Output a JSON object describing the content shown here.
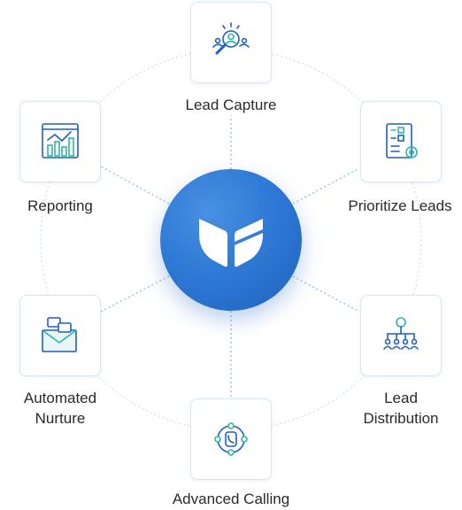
{
  "diagram": {
    "center": {
      "icon": "leaf-logo-icon",
      "color": "#2f7ad6"
    },
    "nodes": [
      {
        "key": "lead_capture",
        "label": "Lead Capture",
        "icon": "search-user-icon"
      },
      {
        "key": "prioritize_leads",
        "label": "Prioritize Leads",
        "icon": "checklist-gear-icon"
      },
      {
        "key": "lead_distribution",
        "label_line1": "Lead",
        "label_line2": "Distribution",
        "icon": "team-hierarchy-icon"
      },
      {
        "key": "advanced_calling",
        "label": "Advanced Calling",
        "icon": "phone-network-icon"
      },
      {
        "key": "automated_nurture",
        "label_line1": "Automated",
        "label_line2": "Nurture",
        "icon": "email-chat-icon"
      },
      {
        "key": "reporting",
        "label": "Reporting",
        "icon": "chart-report-icon"
      }
    ],
    "colors": {
      "icon_blue": "#1f5fbf",
      "icon_teal": "#2fb5a7",
      "line": "#9ac3e8"
    }
  }
}
